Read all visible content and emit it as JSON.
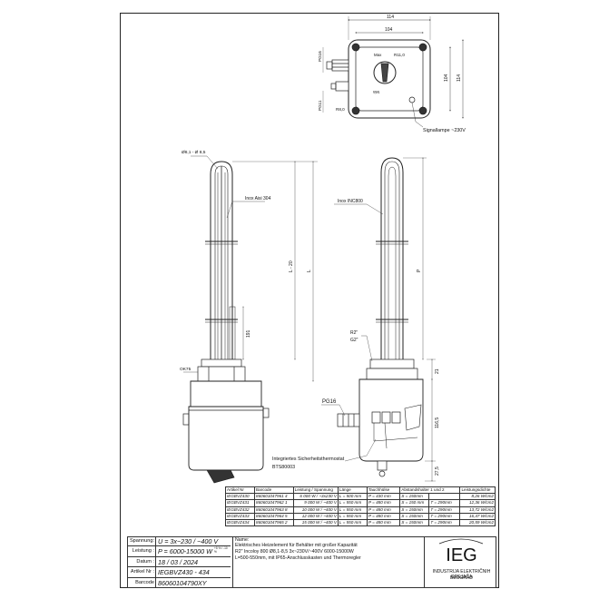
{
  "top_view": {
    "dims": {
      "width_outer": "114",
      "width_inner": "104",
      "height_inner": "104",
      "height_outer": "114",
      "radius": "R11,0",
      "radius_small": "R8,0",
      "gland_top": "PG16",
      "gland_bottom": "PG11"
    },
    "dial_labels": {
      "max": "Max",
      "min": "Min"
    },
    "callout_lamp": "Signallampe ~230V"
  },
  "side_left": {
    "dia_label": "Ø8,1 - Ø 8,5",
    "material_label": "Inox Aisi 304",
    "l_dim": "L - 20",
    "l_main": "L",
    "dim_191": "191",
    "key_label": "OK75"
  },
  "side_right": {
    "material_label": "Inox INC800",
    "p_label": "P",
    "thread_label_1": "R2\"",
    "thread_label_2": "G2\"",
    "gland_label": "PG16",
    "dim_21": "21",
    "dim_1165": "116,5",
    "dim_275": "27,5",
    "thermostat_line1": "Integriertes Sicherheitsthermostat",
    "thermostat_line2": "BTS80003"
  },
  "parts_table": {
    "headers": [
      "Artikel Nr",
      "Barcode",
      "Leistung / Spannung",
      "Länge",
      "Tauchhülse",
      "Abstandshalter 1 und 2",
      "Leistungsdichte"
    ],
    "rows": [
      [
        "IEGBVZ430",
        "860601047961 4",
        "6 000 W / ~3x230 V",
        "L = 500 mm",
        "P = 430 mm",
        "S = 150mm",
        "",
        "8,26 W/cm2"
      ],
      [
        "IEGBVZ431",
        "860601047962 1",
        "9 000 W / ~400 V",
        "L = 550 mm",
        "P = 480 mm",
        "S = 150 mm",
        "T = 290mm",
        "12,36 W/cm2"
      ],
      [
        "IEGBVZ432",
        "860601047963 8",
        "10 000 W / ~400 V",
        "L = 550 mm",
        "P = 480 mm",
        "S = 150mm",
        "T = 290mm",
        "13,72 W/cm2"
      ],
      [
        "IEGBVZ433",
        "860601047964 5",
        "12 000 W / ~400 V",
        "L = 550 mm",
        "P = 480 mm",
        "S = 150mm",
        "T = 290mm",
        "16,47 W/cm2"
      ],
      [
        "IEGBVZ434",
        "860601047965 2",
        "15 000 W / ~400 V",
        "L = 550 mm",
        "P = 480 mm",
        "S = 150mm",
        "T = 290mm",
        "20,59 W/cm2"
      ]
    ]
  },
  "title_block": {
    "spannung_label": "Spannung:",
    "spannung_value": "U = 3x~230 / ~400 V",
    "leistung_label": "Leistung :",
    "leistung_value": "P = 6000-15000 W",
    "leistung_tol": "+5 % / -10 %",
    "datum_label": "Datum :",
    "datum_value": "18 / 03 / 2024",
    "artikel_label": "Artikel Nr :",
    "artikel_value": "IEGBVZ430 - 434",
    "barcode_label": "Barcode",
    "barcode_value": "86060104790XY",
    "name_label": "Name:",
    "description": "Elektrisches Heizelement für Behälter mit großer Kapazität\nR2\" Incoloy 800 Ø8,1-8,5 3x~230V/~400V 6000-15000W\nL=500-550mm, mit IP65-Anschlusskasten und Thermoregler",
    "logo_text": "IEG",
    "company_line1": "INDUSTRIJA ELEKTRIČNIH GREJAČA",
    "company_line2": "BEOGRAD"
  }
}
